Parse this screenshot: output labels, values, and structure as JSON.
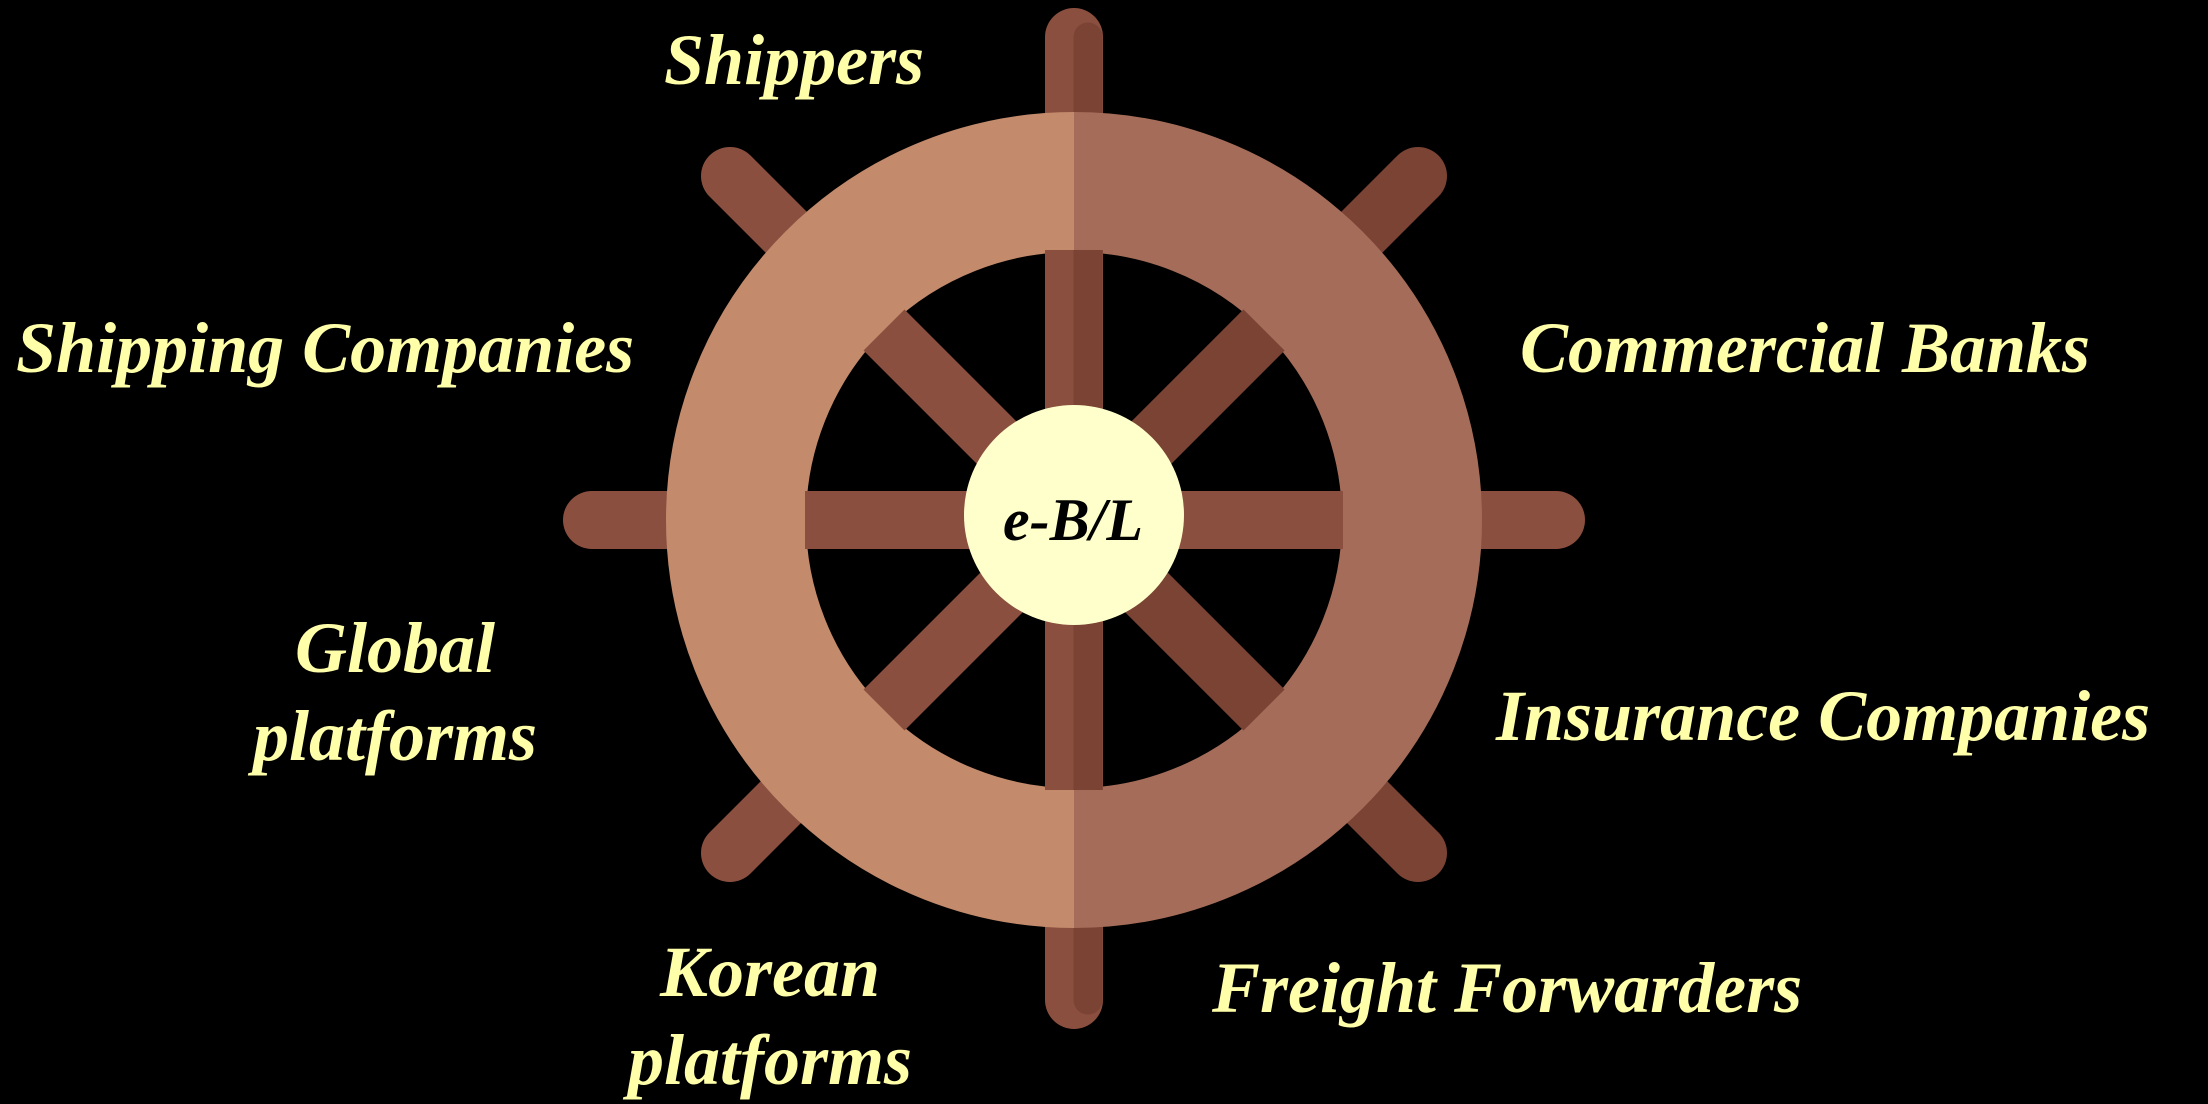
{
  "hub": {
    "label": "e-B/L"
  },
  "stakeholders": {
    "shippers": "Shippers",
    "shipping_companies": "Shipping Companies",
    "commercial_banks": "Commercial Banks",
    "global_platforms_line1": "Global",
    "global_platforms_line2": "platforms",
    "insurance_companies": "Insurance Companies",
    "korean_platforms_line1": "Korean",
    "korean_platforms_line2": "platforms",
    "freight_forwarders": "Freight Forwarders"
  },
  "colors": {
    "background": "#000000",
    "label_text": "#ffffaa",
    "rim_left": "#c38a6c",
    "rim_right": "#a56d59",
    "spoke_light": "#8b4f3f",
    "spoke_dark": "#7a4334",
    "hub_fill": "#ffffcc"
  }
}
